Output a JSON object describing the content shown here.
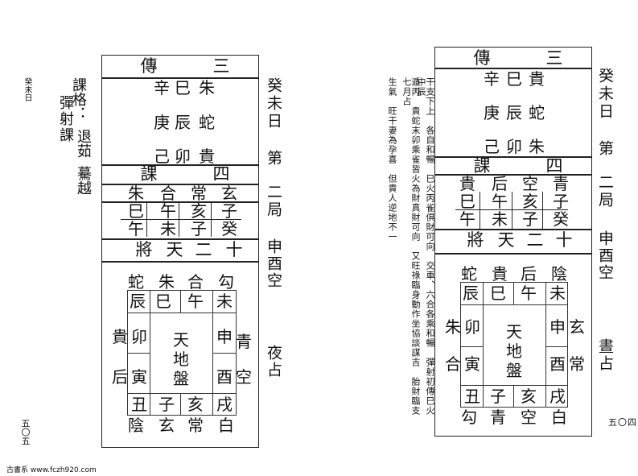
{
  "left_page": {
    "corner_label": "癸未日",
    "page_number": "五〇五",
    "side_title": "癸未日",
    "side_rows": [
      "第",
      "二局",
      "申酉空",
      "夜占"
    ],
    "keju_label": "課格：",
    "keju_items": [
      "彈射課",
      "退茹",
      "驀越"
    ],
    "chuan_title": [
      "傳",
      "三"
    ],
    "chuan_rows": [
      [
        "辛",
        "巳",
        "朱"
      ],
      [
        "庚",
        "辰",
        "蛇"
      ],
      [
        "己",
        "卯",
        "貴"
      ]
    ],
    "ke_title": [
      "課",
      "四"
    ],
    "ke_top": [
      "朱",
      "合",
      "常",
      "玄"
    ],
    "ke_mid": [
      "巳",
      "午",
      "亥",
      "子"
    ],
    "ke_bot": [
      "午",
      "未",
      "子",
      "癸"
    ],
    "jiang_title": [
      "將",
      "天",
      "二",
      "十"
    ],
    "pan_top_gods": [
      "蛇",
      "朱",
      "合",
      "勾"
    ],
    "pan_top": [
      "辰",
      "巳",
      "午",
      "未"
    ],
    "pan_left_gods": [
      "貴",
      "后"
    ],
    "pan_left": [
      "卯",
      "寅"
    ],
    "pan_right": [
      "申",
      "酉"
    ],
    "pan_right_gods": [
      "青",
      "空"
    ],
    "pan_bottom": [
      "丑",
      "子",
      "亥",
      "戌"
    ],
    "pan_bottom_gods": [
      "陰",
      "玄",
      "常",
      "白"
    ],
    "pan_center": [
      "天",
      "地",
      "盤"
    ]
  },
  "right_page": {
    "page_number": "五〇四",
    "footer": "古書系 www.fczh920.com",
    "side_title": "癸未日",
    "side_rows": [
      "第",
      "二局",
      "申酉空",
      "晝占"
    ],
    "notes": [
      "干支下上　各自和暢　巳火丙雀俱財可向　交車、六合各乘和暢　彈射初傳巳火　中辰",
      "遁丙　貴蛇末卯乘雀皆火為財真財可向　又旺祿臨身動作坐協談謀吉　胎財臨支　七月占",
      "生氣　旺干妻為孕喜　但貴人逆地不一"
    ],
    "chuan_title": [
      "傳",
      "三"
    ],
    "chuan_rows": [
      [
        "辛",
        "巳",
        "貴"
      ],
      [
        "庚",
        "辰",
        "蛇"
      ],
      [
        "己",
        "卯",
        "朱"
      ]
    ],
    "ke_title": [
      "課",
      "四"
    ],
    "ke_top": [
      "貴",
      "后",
      "空",
      "青"
    ],
    "ke_mid": [
      "巳",
      "午",
      "亥",
      "子"
    ],
    "ke_bot": [
      "午",
      "未",
      "子",
      "癸"
    ],
    "jiang_title": [
      "將",
      "天",
      "二",
      "十"
    ],
    "pan_top_gods": [
      "蛇",
      "貴",
      "后",
      "陰"
    ],
    "pan_top": [
      "辰",
      "巳",
      "午",
      "未"
    ],
    "pan_left_gods": [
      "朱",
      "合"
    ],
    "pan_left": [
      "卯",
      "寅"
    ],
    "pan_right": [
      "申",
      "酉"
    ],
    "pan_right_gods": [
      "玄",
      "常"
    ],
    "pan_bottom": [
      "丑",
      "子",
      "亥",
      "戌"
    ],
    "pan_bottom_gods": [
      "勾",
      "青",
      "空",
      "白"
    ],
    "pan_center": [
      "天",
      "地",
      "盤"
    ]
  }
}
